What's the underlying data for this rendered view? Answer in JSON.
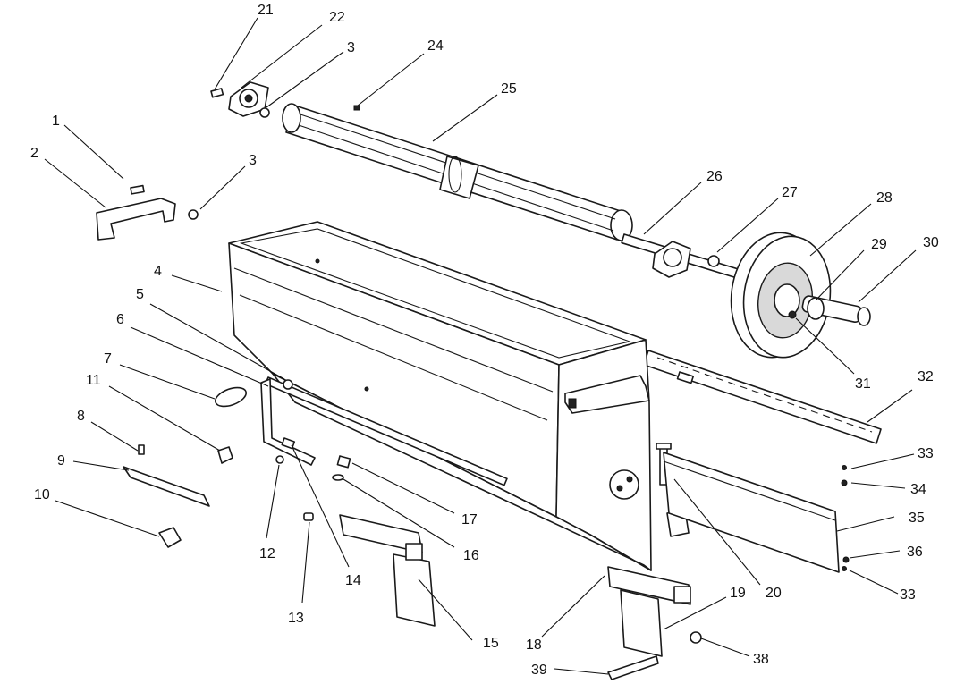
{
  "callouts": [
    {
      "id": "1",
      "text": "1"
    },
    {
      "id": "2",
      "text": "2"
    },
    {
      "id": "3a",
      "text": "3"
    },
    {
      "id": "3b",
      "text": "3"
    },
    {
      "id": "4",
      "text": "4"
    },
    {
      "id": "5",
      "text": "5"
    },
    {
      "id": "6",
      "text": "6"
    },
    {
      "id": "7",
      "text": "7"
    },
    {
      "id": "8",
      "text": "8"
    },
    {
      "id": "9",
      "text": "9"
    },
    {
      "id": "10",
      "text": "10"
    },
    {
      "id": "11",
      "text": "11"
    },
    {
      "id": "12",
      "text": "12"
    },
    {
      "id": "13",
      "text": "13"
    },
    {
      "id": "14",
      "text": "14"
    },
    {
      "id": "15",
      "text": "15"
    },
    {
      "id": "16",
      "text": "16"
    },
    {
      "id": "17",
      "text": "17"
    },
    {
      "id": "18",
      "text": "18"
    },
    {
      "id": "19",
      "text": "19"
    },
    {
      "id": "20",
      "text": "20"
    },
    {
      "id": "21",
      "text": "21"
    },
    {
      "id": "22",
      "text": "22"
    },
    {
      "id": "24",
      "text": "24"
    },
    {
      "id": "25",
      "text": "25"
    },
    {
      "id": "26",
      "text": "26"
    },
    {
      "id": "27",
      "text": "27"
    },
    {
      "id": "28",
      "text": "28"
    },
    {
      "id": "29",
      "text": "29"
    },
    {
      "id": "30",
      "text": "30"
    },
    {
      "id": "31",
      "text": "31"
    },
    {
      "id": "32",
      "text": "32"
    },
    {
      "id": "33a",
      "text": "33"
    },
    {
      "id": "33b",
      "text": "33"
    },
    {
      "id": "34",
      "text": "34"
    },
    {
      "id": "35",
      "text": "35"
    },
    {
      "id": "36",
      "text": "36"
    },
    {
      "id": "38",
      "text": "38"
    },
    {
      "id": "39",
      "text": "39"
    }
  ]
}
